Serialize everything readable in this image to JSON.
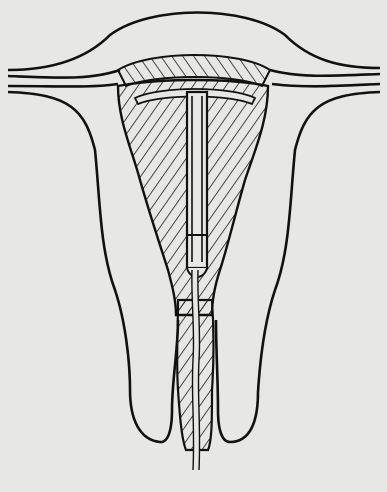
{
  "figure": {
    "domain": "diagram",
    "subject": "",
    "text_labels": []
  },
  "colors": {
    "paper": "#e7e7e5",
    "ink": "#111111",
    "hatch": "#1e1e1e"
  },
  "parts": [
    "outer-contour",
    "uterine-cavity-hatched",
    "applicator-tube",
    "insertion-rod",
    "cervical-canal",
    "string-thread"
  ]
}
